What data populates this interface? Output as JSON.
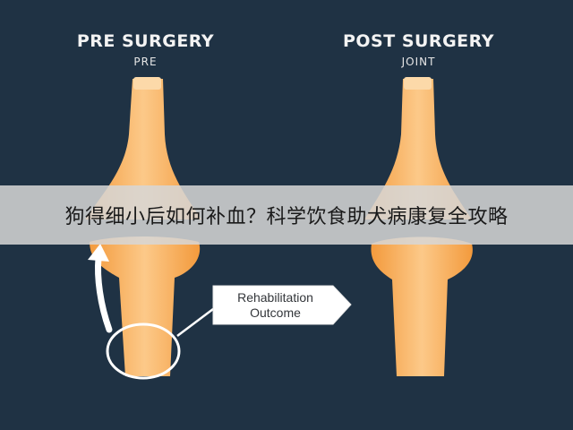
{
  "left_panel": {
    "title": "PRE SURGERY",
    "subtitle": "PRE"
  },
  "right_panel": {
    "title": "POST SURGERY",
    "subtitle": "JOINT"
  },
  "banner": {
    "text": "狗得细小后如何补血？科学饮食助犬病康复全攻略"
  },
  "callout": {
    "line1": "Rehabilitation",
    "line2": "Outcome"
  },
  "colors": {
    "background": "#1f3244",
    "bone": "#f7a54a",
    "bone_highlight": "#fcc989",
    "callout_fill": "#ffffff",
    "banner": "#d6d6d6"
  }
}
